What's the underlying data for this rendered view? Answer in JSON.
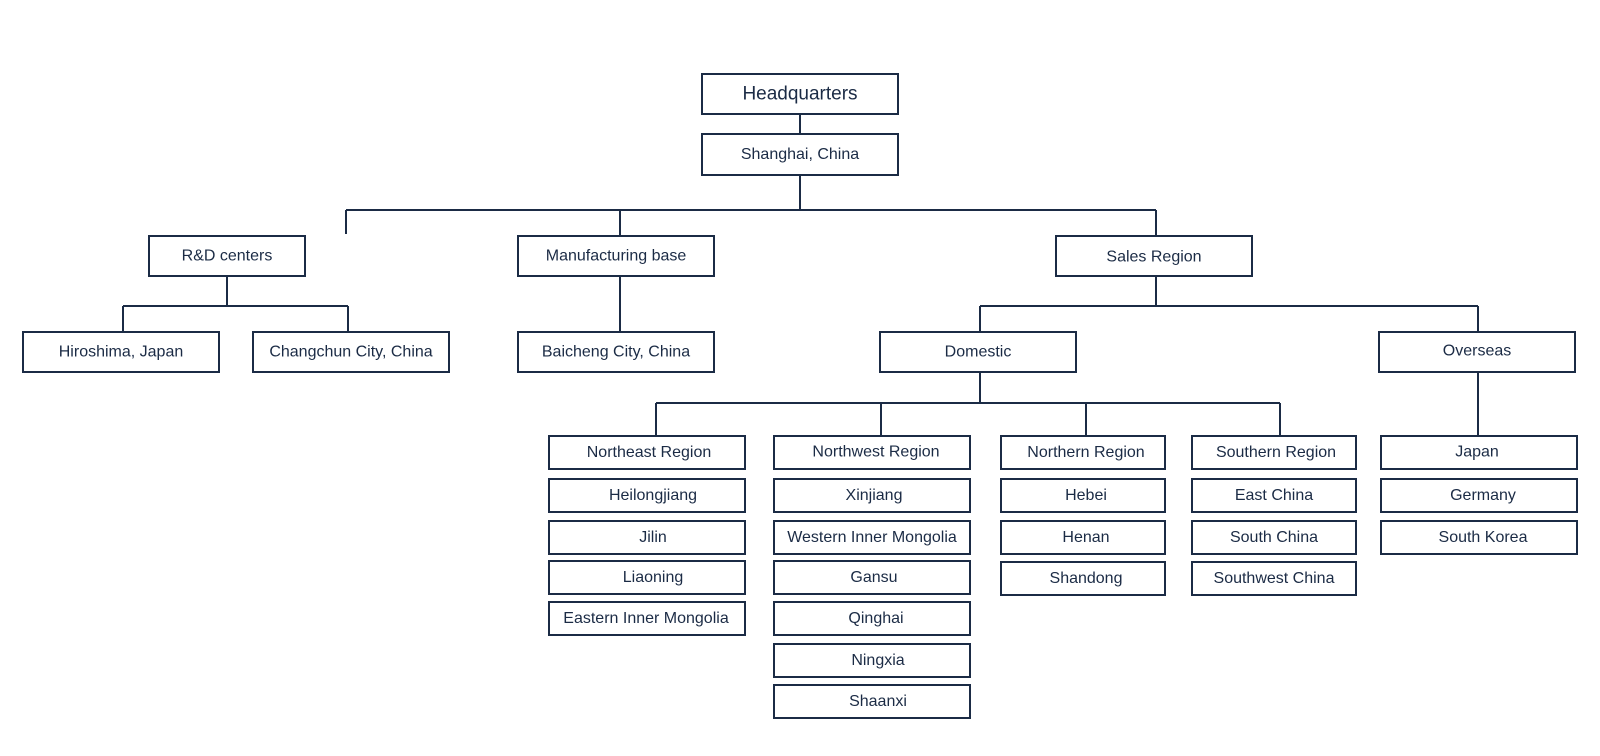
{
  "headquarters": {
    "title": "Headquarters",
    "location": "Shanghai, China"
  },
  "rd": {
    "label": "R&D centers",
    "sites": [
      "Hiroshima, Japan",
      "Changchun City, China"
    ]
  },
  "manufacturing": {
    "label": "Manufacturing base",
    "sites": [
      "Baicheng City, China"
    ]
  },
  "sales": {
    "label": "Sales Region",
    "domestic": {
      "label": "Domestic",
      "regions": [
        {
          "name": "Northeast Region",
          "items": [
            "Heilongjiang",
            "Jilin",
            "Liaoning",
            "Eastern Inner Mongolia"
          ]
        },
        {
          "name": "Northwest Region",
          "items": [
            "Xinjiang",
            "Western Inner Mongolia",
            "Gansu",
            "Qinghai",
            "Ningxia",
            "Shaanxi"
          ]
        },
        {
          "name": "Northern Region",
          "items": [
            "Hebei",
            "Henan",
            "Shandong"
          ]
        },
        {
          "name": "Southern Region",
          "items": [
            "East China",
            "South China",
            "Southwest China"
          ]
        }
      ]
    },
    "overseas": {
      "label": "Overseas",
      "items": [
        "Japan",
        "Germany",
        "South Korea"
      ]
    }
  },
  "colors": {
    "stroke": "#1b2b45",
    "text": "#1b2b45",
    "background": "#ffffff"
  }
}
